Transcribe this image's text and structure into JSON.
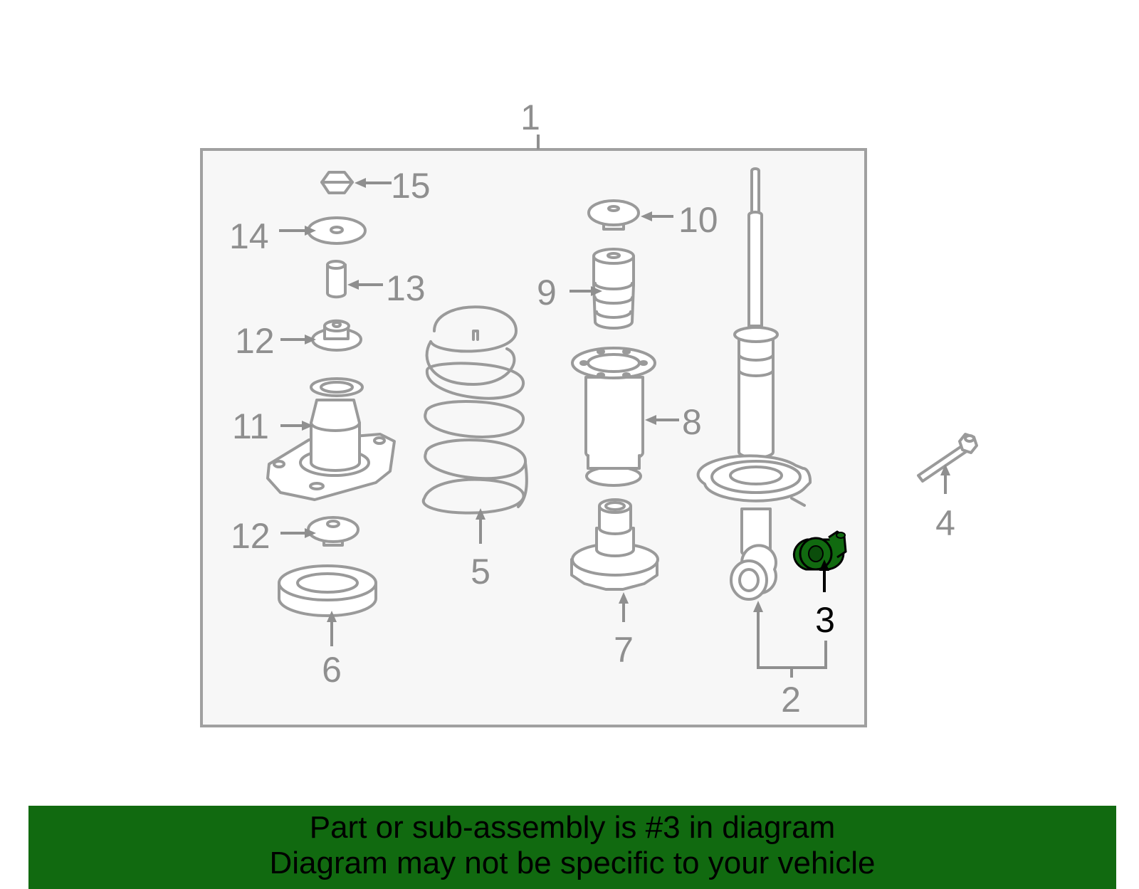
{
  "callouts": {
    "c1": "1",
    "c2": "2",
    "c3": "3",
    "c4": "4",
    "c5": "5",
    "c6": "6",
    "c7": "7",
    "c8": "8",
    "c9": "9",
    "c10": "10",
    "c11": "11",
    "c12a": "12",
    "c12b": "12",
    "c13": "13",
    "c14": "14",
    "c15": "15"
  },
  "highlight": {
    "part_number": "3",
    "color": "#116a10"
  },
  "banner": {
    "line1": "Part or sub-assembly is #3 in diagram",
    "line2": "Diagram may not be specific to your vehicle",
    "background": "#116a10"
  },
  "colors": {
    "outline": "#9a9a9a",
    "frame": "#a0a0a0",
    "panel": "#f7f7f7"
  }
}
